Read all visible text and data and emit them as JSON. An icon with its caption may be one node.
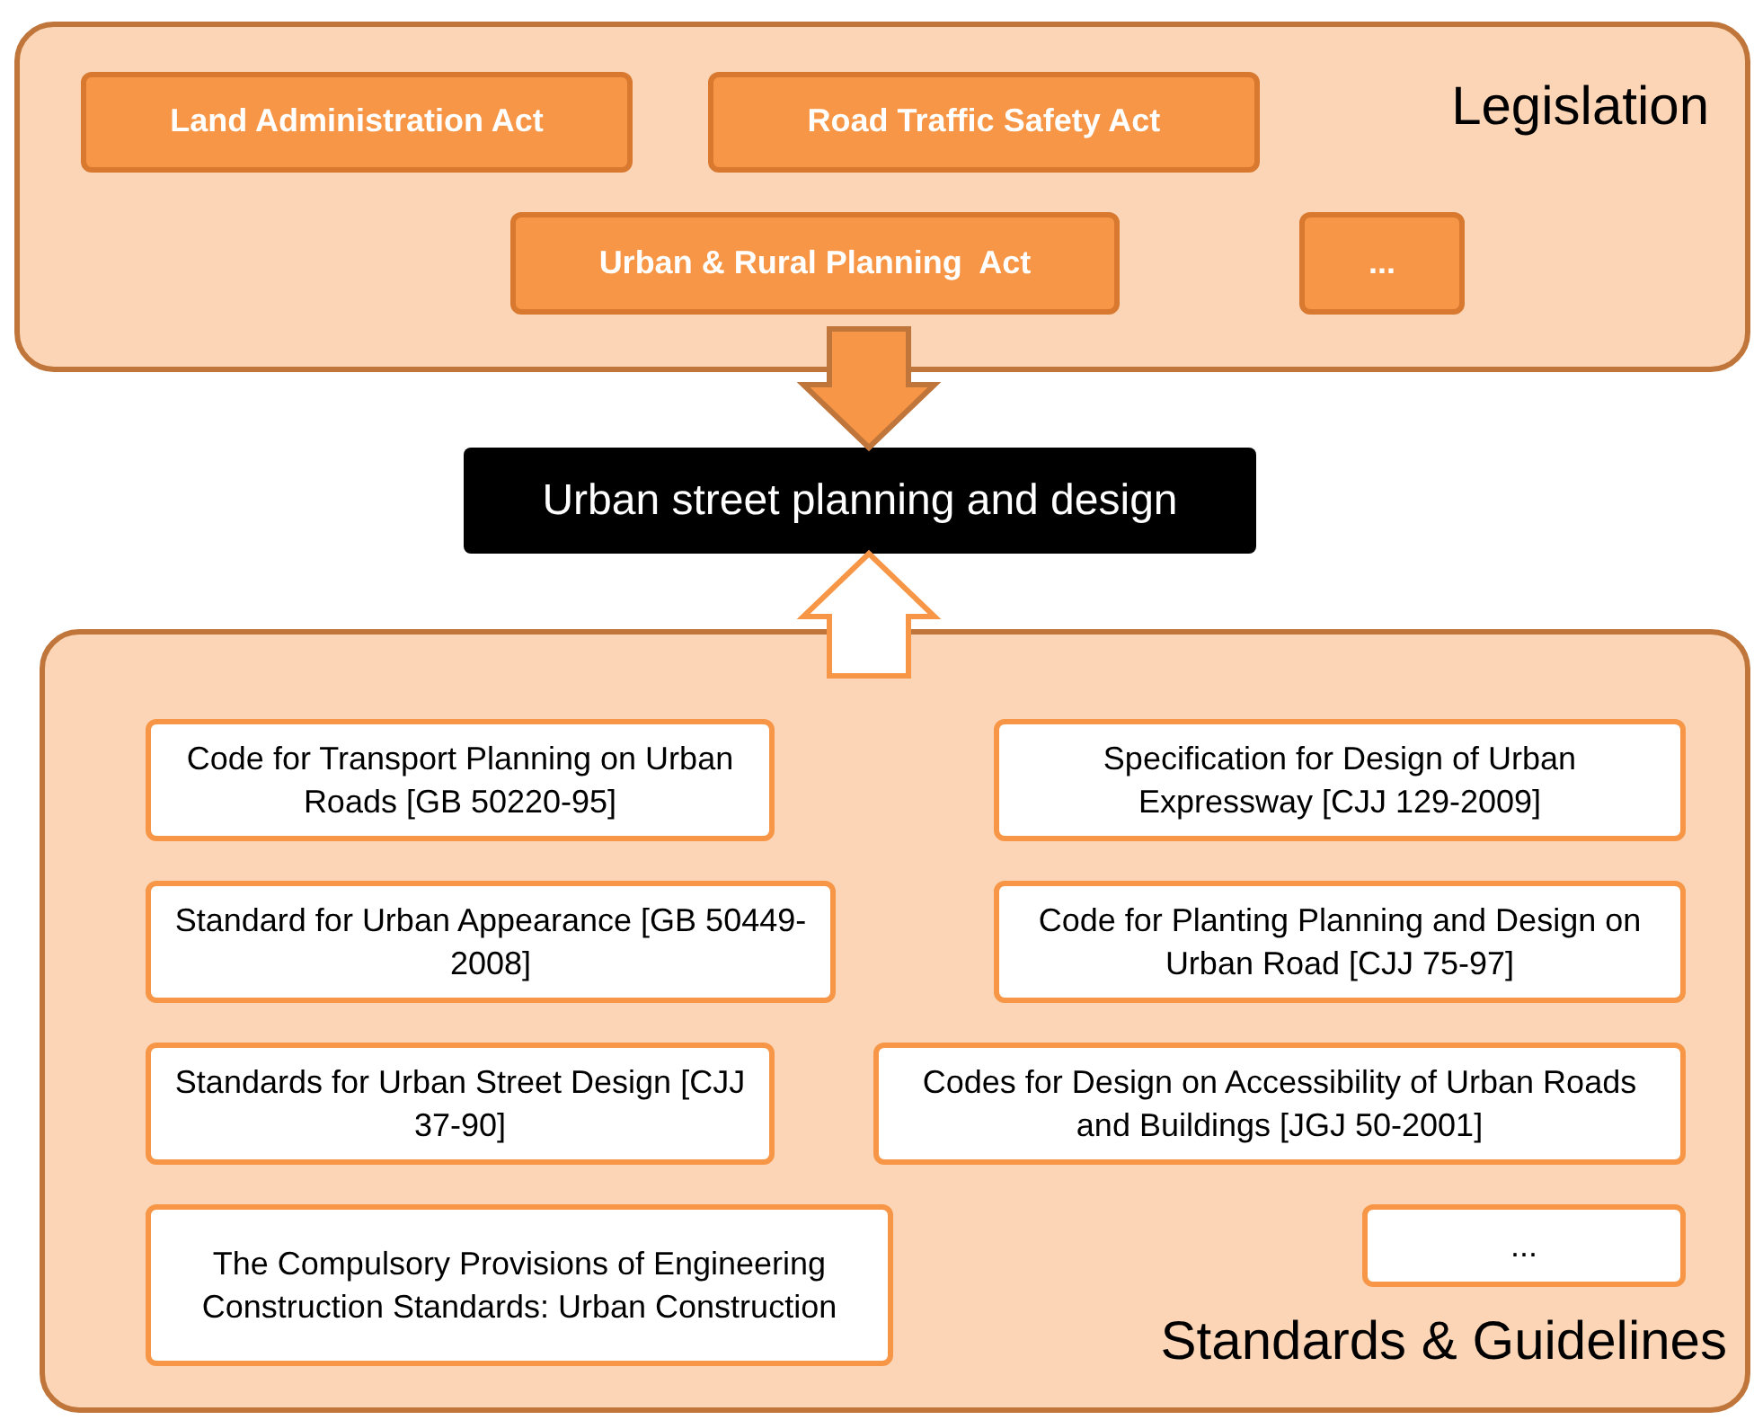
{
  "diagram": {
    "nodes": [
      {
        "text": [
          "Legislation"
        ]
      },
      {
        "text": [
          "Land Administration Act"
        ],
        "in": 0
      },
      {
        "text": [
          "Road Traffic Safety Act"
        ],
        "in": 0
      },
      {
        "text": [
          "Urban & Rural Planning  Act"
        ],
        "in": 0
      },
      {
        "text": [
          "..."
        ],
        "in": 0
      },
      {
        "text": [
          "Urban street planning and design"
        ]
      },
      {
        "text": [
          "Standards & Guidelines"
        ]
      },
      {
        "text": [
          "Code for Transport Planning on Urban Roads [GB 50220-95]"
        ],
        "in": 6
      },
      {
        "text": [
          "Specification for Design of Urban Expressway [CJJ 129-2009]"
        ],
        "in": 6
      },
      {
        "text": [
          "Standard for Urban Appearance [GB 50449-2008]"
        ],
        "in": 6
      },
      {
        "text": [
          "Code for Planting Planning and Design on Urban Road [CJJ 75-97]"
        ],
        "in": 6
      },
      {
        "text": [
          "Standards for Urban Street Design [CJJ 37-90]"
        ],
        "in": 6
      },
      {
        "text": [
          "Codes for Design on Accessibility of Urban Roads and Buildings [JGJ 50-2001]"
        ],
        "in": 6
      },
      {
        "text": [
          "The Compulsory Provisions of Engineering Construction Standards: Urban Construction"
        ],
        "in": 6
      },
      {
        "text": [
          "..."
        ],
        "in": 6
      }
    ],
    "edges": [
      {
        "from": 0,
        "to": 5,
        "arrow": "to",
        "style": "thick"
      },
      {
        "from": 6,
        "to": 5,
        "arrow": "to",
        "style": "thick",
        "color": "#ffffff"
      }
    ]
  }
}
